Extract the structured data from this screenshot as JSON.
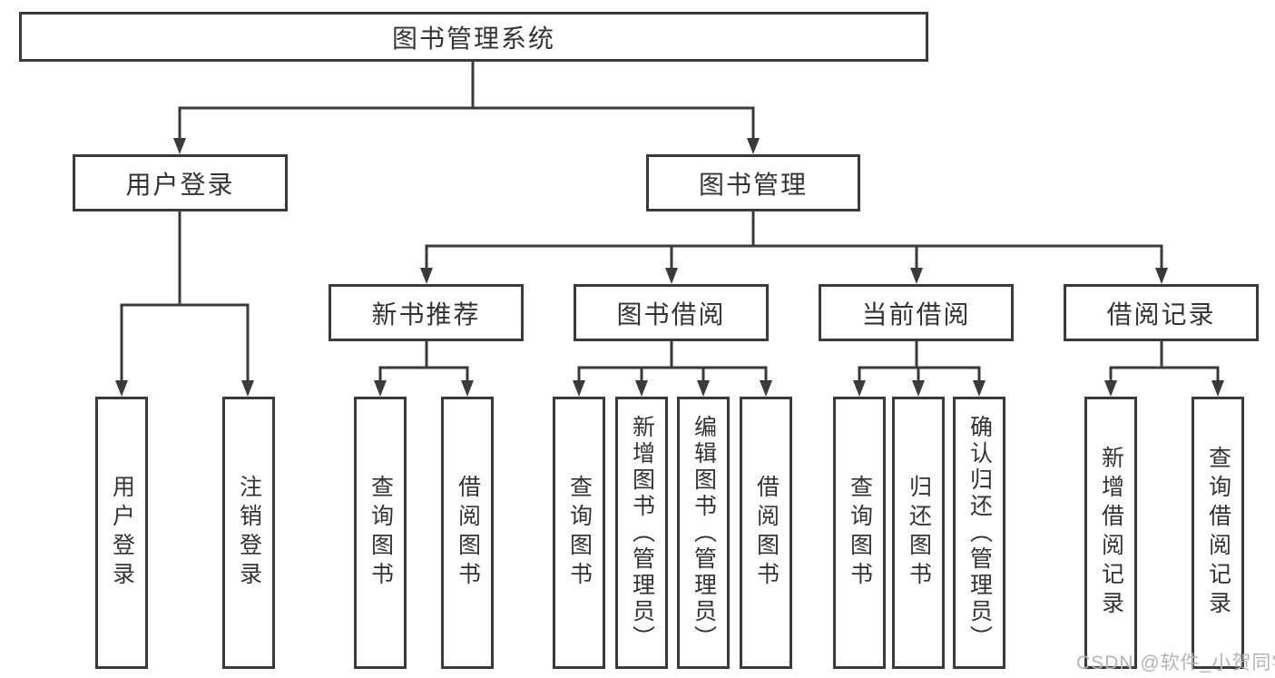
{
  "tree": {
    "root": {
      "label": "图书管理系统",
      "children": [
        {
          "label": "用户登录",
          "children": [
            {
              "label": "用户登录"
            },
            {
              "label": "注销登录"
            }
          ]
        },
        {
          "label": "图书管理",
          "children": [
            {
              "label": "新书推荐",
              "children": [
                {
                  "label": "查询图书"
                },
                {
                  "label": "借阅图书"
                }
              ]
            },
            {
              "label": "图书借阅",
              "children": [
                {
                  "label": "查询图书"
                },
                {
                  "label": "新增图书（管理员）"
                },
                {
                  "label": "编辑图书（管理员）"
                },
                {
                  "label": "借阅图书"
                }
              ]
            },
            {
              "label": "当前借阅",
              "children": [
                {
                  "label": "查询图书"
                },
                {
                  "label": "归还图书"
                },
                {
                  "label": "确认归还（管理员）"
                }
              ]
            },
            {
              "label": "借阅记录",
              "children": [
                {
                  "label": "新增借阅记录"
                },
                {
                  "label": "查询借阅记录"
                }
              ]
            }
          ]
        }
      ]
    }
  },
  "watermark": {
    "text": "CSDN @软件_小贺同学"
  },
  "colors": {
    "line": "#3a3a3a",
    "text": "#333333",
    "box_background": "#ffffff",
    "watermark": "#b3b3b3",
    "background": "#ffffff"
  }
}
